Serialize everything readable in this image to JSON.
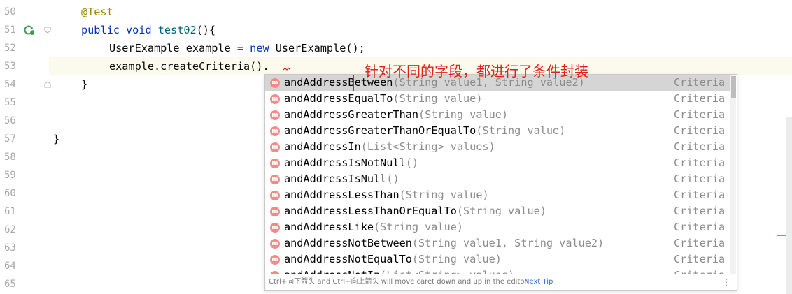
{
  "gutter": {
    "lines": [
      "50",
      "51",
      "52",
      "53",
      "54",
      "55",
      "56",
      "57",
      "58",
      "59",
      "60",
      "61",
      "62",
      "63",
      "64",
      "65"
    ]
  },
  "code": {
    "line50": {
      "annotation": "@Test"
    },
    "line51": {
      "kw1": "public",
      "kw2": "void",
      "method": "test02",
      "rest": "(){"
    },
    "line52": {
      "text1": "UserExample example = ",
      "kw": "new",
      "text2": " UserExample();"
    },
    "line53": {
      "text": "example.createCriteria()."
    },
    "line54": {
      "text": "}"
    },
    "line57": {
      "text": "}"
    }
  },
  "annotation": {
    "text": "针对不同的字段，都进行了条件封装",
    "color": "#e0201b"
  },
  "completion": {
    "icon_letter": "m",
    "items": [
      {
        "name": "andAddressBetween",
        "params": "(String value1, String value2)",
        "type": "Criteria"
      },
      {
        "name": "andAddressEqualTo",
        "params": "(String value)",
        "type": "Criteria"
      },
      {
        "name": "andAddressGreaterThan",
        "params": "(String value)",
        "type": "Criteria"
      },
      {
        "name": "andAddressGreaterThanOrEqualTo",
        "params": "(String value)",
        "type": "Criteria"
      },
      {
        "name": "andAddressIn",
        "params": "(List<String> values)",
        "type": "Criteria"
      },
      {
        "name": "andAddressIsNotNull",
        "params": "()",
        "type": "Criteria"
      },
      {
        "name": "andAddressIsNull",
        "params": "()",
        "type": "Criteria"
      },
      {
        "name": "andAddressLessThan",
        "params": "(String value)",
        "type": "Criteria"
      },
      {
        "name": "andAddressLessThanOrEqualTo",
        "params": "(String value)",
        "type": "Criteria"
      },
      {
        "name": "andAddressLike",
        "params": "(String value)",
        "type": "Criteria"
      },
      {
        "name": "andAddressNotBetween",
        "params": "(String value1, String value2)",
        "type": "Criteria"
      },
      {
        "name": "andAddressNotEqualTo",
        "params": "(String value)",
        "type": "Criteria"
      },
      {
        "name": "andAddressNotIn",
        "params": "(List<String> values)",
        "type": "Criteria"
      }
    ],
    "footer_hint": "Ctrl+向下箭头 and Ctrl+向上箭头 will move caret down and up in the editor",
    "footer_link": "Next Tip",
    "footer_menu": "⋮"
  },
  "colors": {
    "keyword": "#0033b3",
    "annotation": "#9e880d",
    "method_icon": "#f28b86",
    "selection": "#d5d5d5"
  }
}
